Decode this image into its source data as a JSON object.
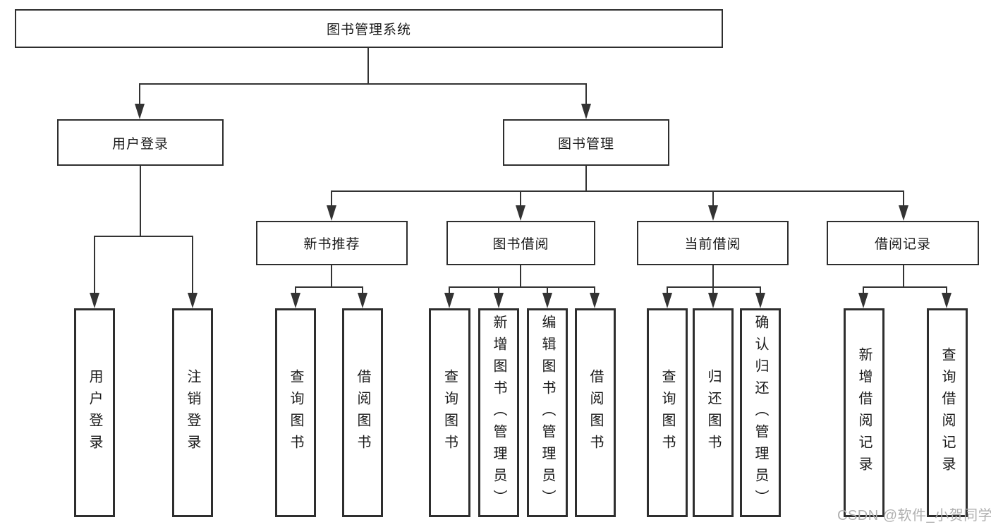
{
  "diagram": {
    "root": {
      "label": "图书管理系统"
    },
    "branches": {
      "user_login": {
        "label": "用户登录",
        "children": [
          "用户登录",
          "注销登录"
        ]
      },
      "book_management": {
        "label": "图书管理",
        "sections": [
          {
            "label": "新书推荐",
            "children": [
              "查询图书",
              "借阅图书"
            ]
          },
          {
            "label": "图书借阅",
            "children": [
              "查询图书",
              "新增图书（管理员）",
              "编辑图书（管理员）",
              "借阅图书"
            ]
          },
          {
            "label": "当前借阅",
            "children": [
              "查询图书",
              "归还图书",
              "确认归还（管理员）"
            ]
          },
          {
            "label": "借阅记录",
            "children": [
              "新增借阅记录",
              "查询借阅记录"
            ]
          }
        ]
      }
    }
  },
  "watermark": {
    "text": "CSDN @软件_小贺同学",
    "color": "#b0b0b0"
  },
  "style": {
    "line_color": "#333333",
    "border_color": "#2e2e2e",
    "text_color": "#1a1a1a",
    "background": "#ffffff"
  }
}
